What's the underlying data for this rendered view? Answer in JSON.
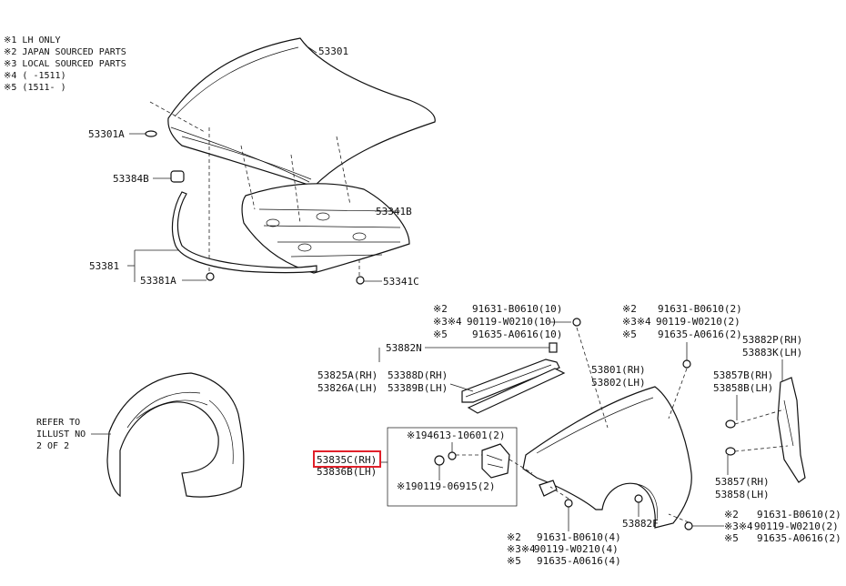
{
  "notes": [
    "※1 LH ONLY",
    "※2 JAPAN SOURCED PARTS",
    "※3 LOCAL SOURCED PARTS",
    "※4 (    -1511)",
    "※5 (1511-    )"
  ],
  "hood": {
    "p53301": "53301",
    "p53301A": "53301A",
    "p53384B": "53384B",
    "p53341B": "53341B",
    "p53381": "53381",
    "p53381A": "53381A",
    "p53341C": "53341C"
  },
  "liner": {
    "refer": [
      "REFER TO",
      "ILLUST NO",
      "2 OF 2"
    ]
  },
  "top_fasteners": [
    {
      "mark": "※2",
      "part": "91631-B0610(10)"
    },
    {
      "mark": "※3※4",
      "part": "90119-W0210(10)"
    },
    {
      "mark": "※5",
      "part": "91635-A0616(10)"
    }
  ],
  "right_fasteners": [
    {
      "mark": "※2",
      "part": "91631-B0610(2)"
    },
    {
      "mark": "※3※4",
      "part": "90119-W0210(2)"
    },
    {
      "mark": "※5",
      "part": "91635-A0616(2)"
    }
  ],
  "bottom_fasteners": [
    {
      "mark": "※2",
      "part": "91631-B0610(4)"
    },
    {
      "mark": "※3※4",
      "part": "90119-W0210(4)"
    },
    {
      "mark": "※5",
      "part": "91635-A0616(4)"
    }
  ],
  "lower_right_fasteners": [
    {
      "mark": "※2",
      "part": "91631-B0610(2)"
    },
    {
      "mark": "※3※4",
      "part": "90119-W0210(2)"
    },
    {
      "mark": "※5",
      "part": "91635-A0616(2)"
    }
  ],
  "fender": {
    "p53882N": "53882N",
    "p53825A": "53825A(RH)",
    "p53826A": "53826A(LH)",
    "p53388D": "53388D(RH)",
    "p53389B": "53389B(LH)",
    "p53801": "53801(RH)",
    "p53802": "53802(LH)",
    "p53882P": "53882P(RH)",
    "p53883K": "53883K(LH)",
    "p53857B": "53857B(RH)",
    "p53858B": "53858B(LH)",
    "p53857": "53857(RH)",
    "p53858": "53858(LH)",
    "p53882F": "53882F"
  },
  "inset": {
    "p194613": "※194613-10601(2)",
    "p190119": "※190119-06915(2)",
    "p53835C": "53835C(RH)",
    "p53836B": "53836B(LH)"
  },
  "colors": {
    "highlight": "#e0202a",
    "ink": "#111111"
  }
}
